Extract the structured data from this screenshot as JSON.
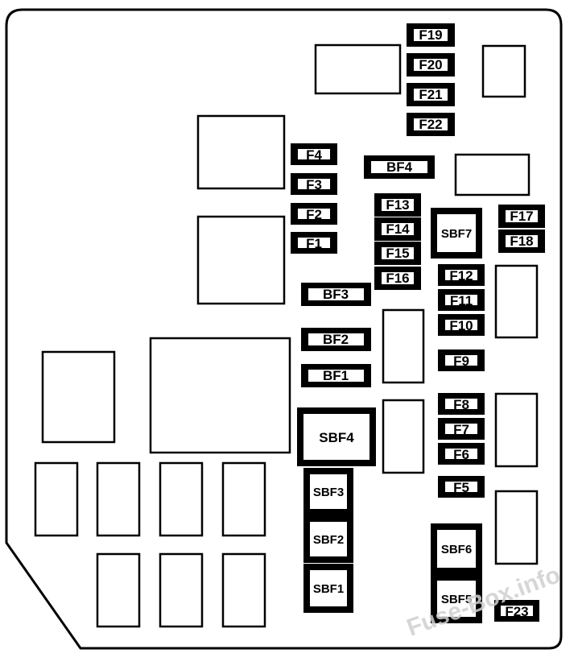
{
  "fuses": {
    "F19": "F19",
    "F20": "F20",
    "F21": "F21",
    "F22": "F22",
    "F4": "F4",
    "F3": "F3",
    "F2": "F2",
    "F1": "F1",
    "F13": "F13",
    "F14": "F14",
    "F15": "F15",
    "F16": "F16",
    "F17": "F17",
    "F18": "F18",
    "F12": "F12",
    "F11": "F11",
    "F10": "F10",
    "F9": "F9",
    "F8": "F8",
    "F7": "F7",
    "F6": "F6",
    "F5": "F5",
    "F23": "F23"
  },
  "big_fuses": {
    "BF1": "BF1",
    "BF2": "BF2",
    "BF3": "BF3",
    "BF4": "BF4"
  },
  "slow_blow": {
    "SBF1": "SBF1",
    "SBF2": "SBF2",
    "SBF3": "SBF3",
    "SBF4": "SBF4",
    "SBF5": "SBF5",
    "SBF6": "SBF6",
    "SBF7": "SBF7"
  },
  "watermark": "Fuse-Box.info"
}
